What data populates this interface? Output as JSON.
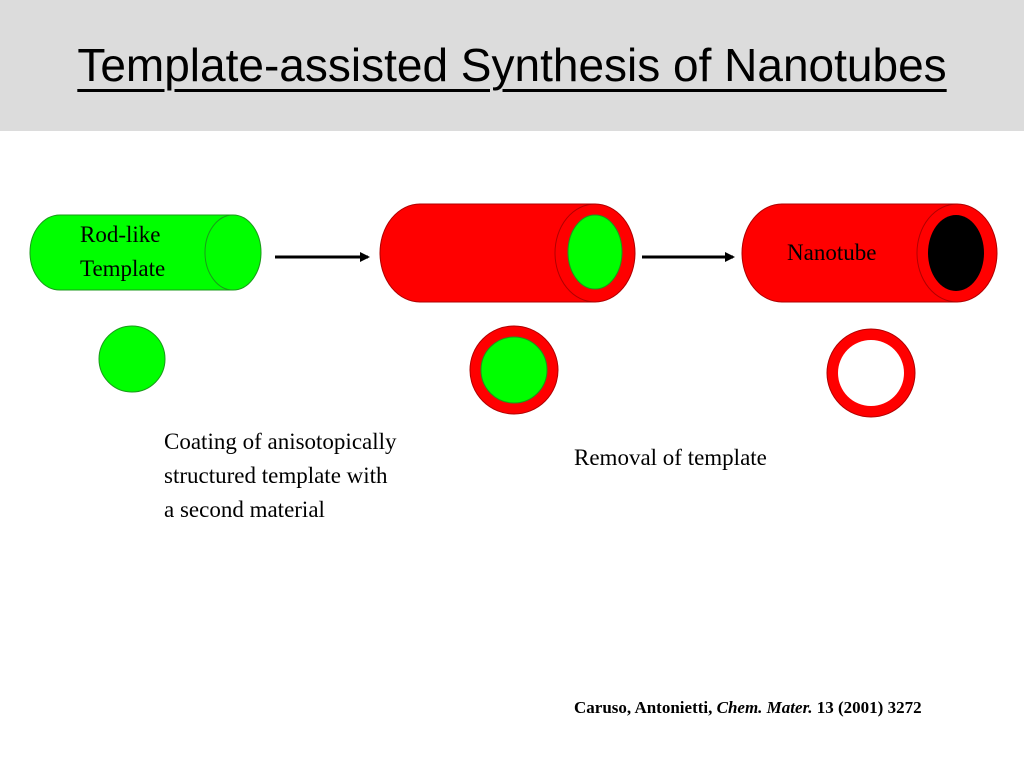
{
  "title": "Template-assisted Synthesis of Nanotubes",
  "labels": {
    "rod_like_template": [
      "Rod-like",
      "Template"
    ],
    "nanotube": "Nanotube",
    "coating": [
      "Coating of anisotopically",
      "structured template with",
      "a second material"
    ],
    "removal": "Removal of template"
  },
  "citation": {
    "authors": "Caruso, Antonietti,",
    "journal": "Chem. Mater.",
    "reference": "13 (2001) 3272"
  },
  "colors": {
    "title_band": "#dcdcdc",
    "template_green": "#00ff00",
    "coating_red": "#ff0000",
    "hole_black": "#000000"
  }
}
